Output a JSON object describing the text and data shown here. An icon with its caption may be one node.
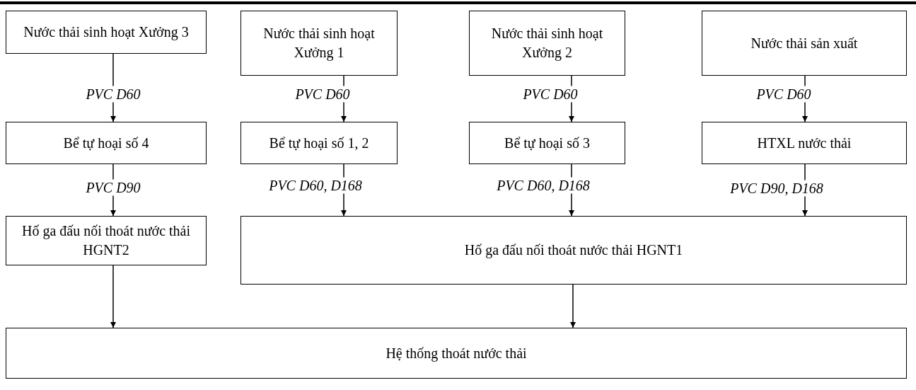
{
  "diagram": {
    "nodes": [
      {
        "text": [
          "Nước thải sinh hoạt Xưởng 3"
        ]
      },
      {
        "text": [
          "Nước thải sinh hoạt Xưởng 1"
        ]
      },
      {
        "text": [
          "Nước thải sinh hoạt Xưởng 2"
        ]
      },
      {
        "text": [
          "Nước thải sản xuất"
        ]
      },
      {
        "text": [
          "Bể tự hoại số 4"
        ]
      },
      {
        "text": [
          "Bể tự hoại số 1, 2"
        ]
      },
      {
        "text": [
          "Bể tự hoại số 3"
        ]
      },
      {
        "text": [
          "HTXL nước thải"
        ]
      },
      {
        "text": [
          "Hố ga đấu nối thoát nước thải HGNT2"
        ]
      },
      {
        "text": [
          "Hố ga đấu nối thoát nước thải HGNT1"
        ]
      },
      {
        "text": [
          "Hệ thống thoát nước thải"
        ]
      }
    ],
    "edges": [
      {
        "from": 0,
        "to": 4,
        "arrow": "to",
        "label": "PVC D60"
      },
      {
        "from": 1,
        "to": 5,
        "arrow": "to",
        "label": "PVC D60"
      },
      {
        "from": 2,
        "to": 6,
        "arrow": "to",
        "label": "PVC D60"
      },
      {
        "from": 3,
        "to": 7,
        "arrow": "to",
        "label": "PVC D60"
      },
      {
        "from": 4,
        "to": 8,
        "arrow": "to",
        "label": "PVC D90"
      },
      {
        "from": 5,
        "to": 9,
        "arrow": "to",
        "label": "PVC D60, D168"
      },
      {
        "from": 6,
        "to": 9,
        "arrow": "to",
        "label": "PVC D60, D168"
      },
      {
        "from": 7,
        "to": 9,
        "arrow": "to",
        "label": "PVC D90, D168"
      },
      {
        "from": 8,
        "to": 10,
        "arrow": "to"
      },
      {
        "from": 9,
        "to": 10,
        "arrow": "to"
      }
    ]
  }
}
